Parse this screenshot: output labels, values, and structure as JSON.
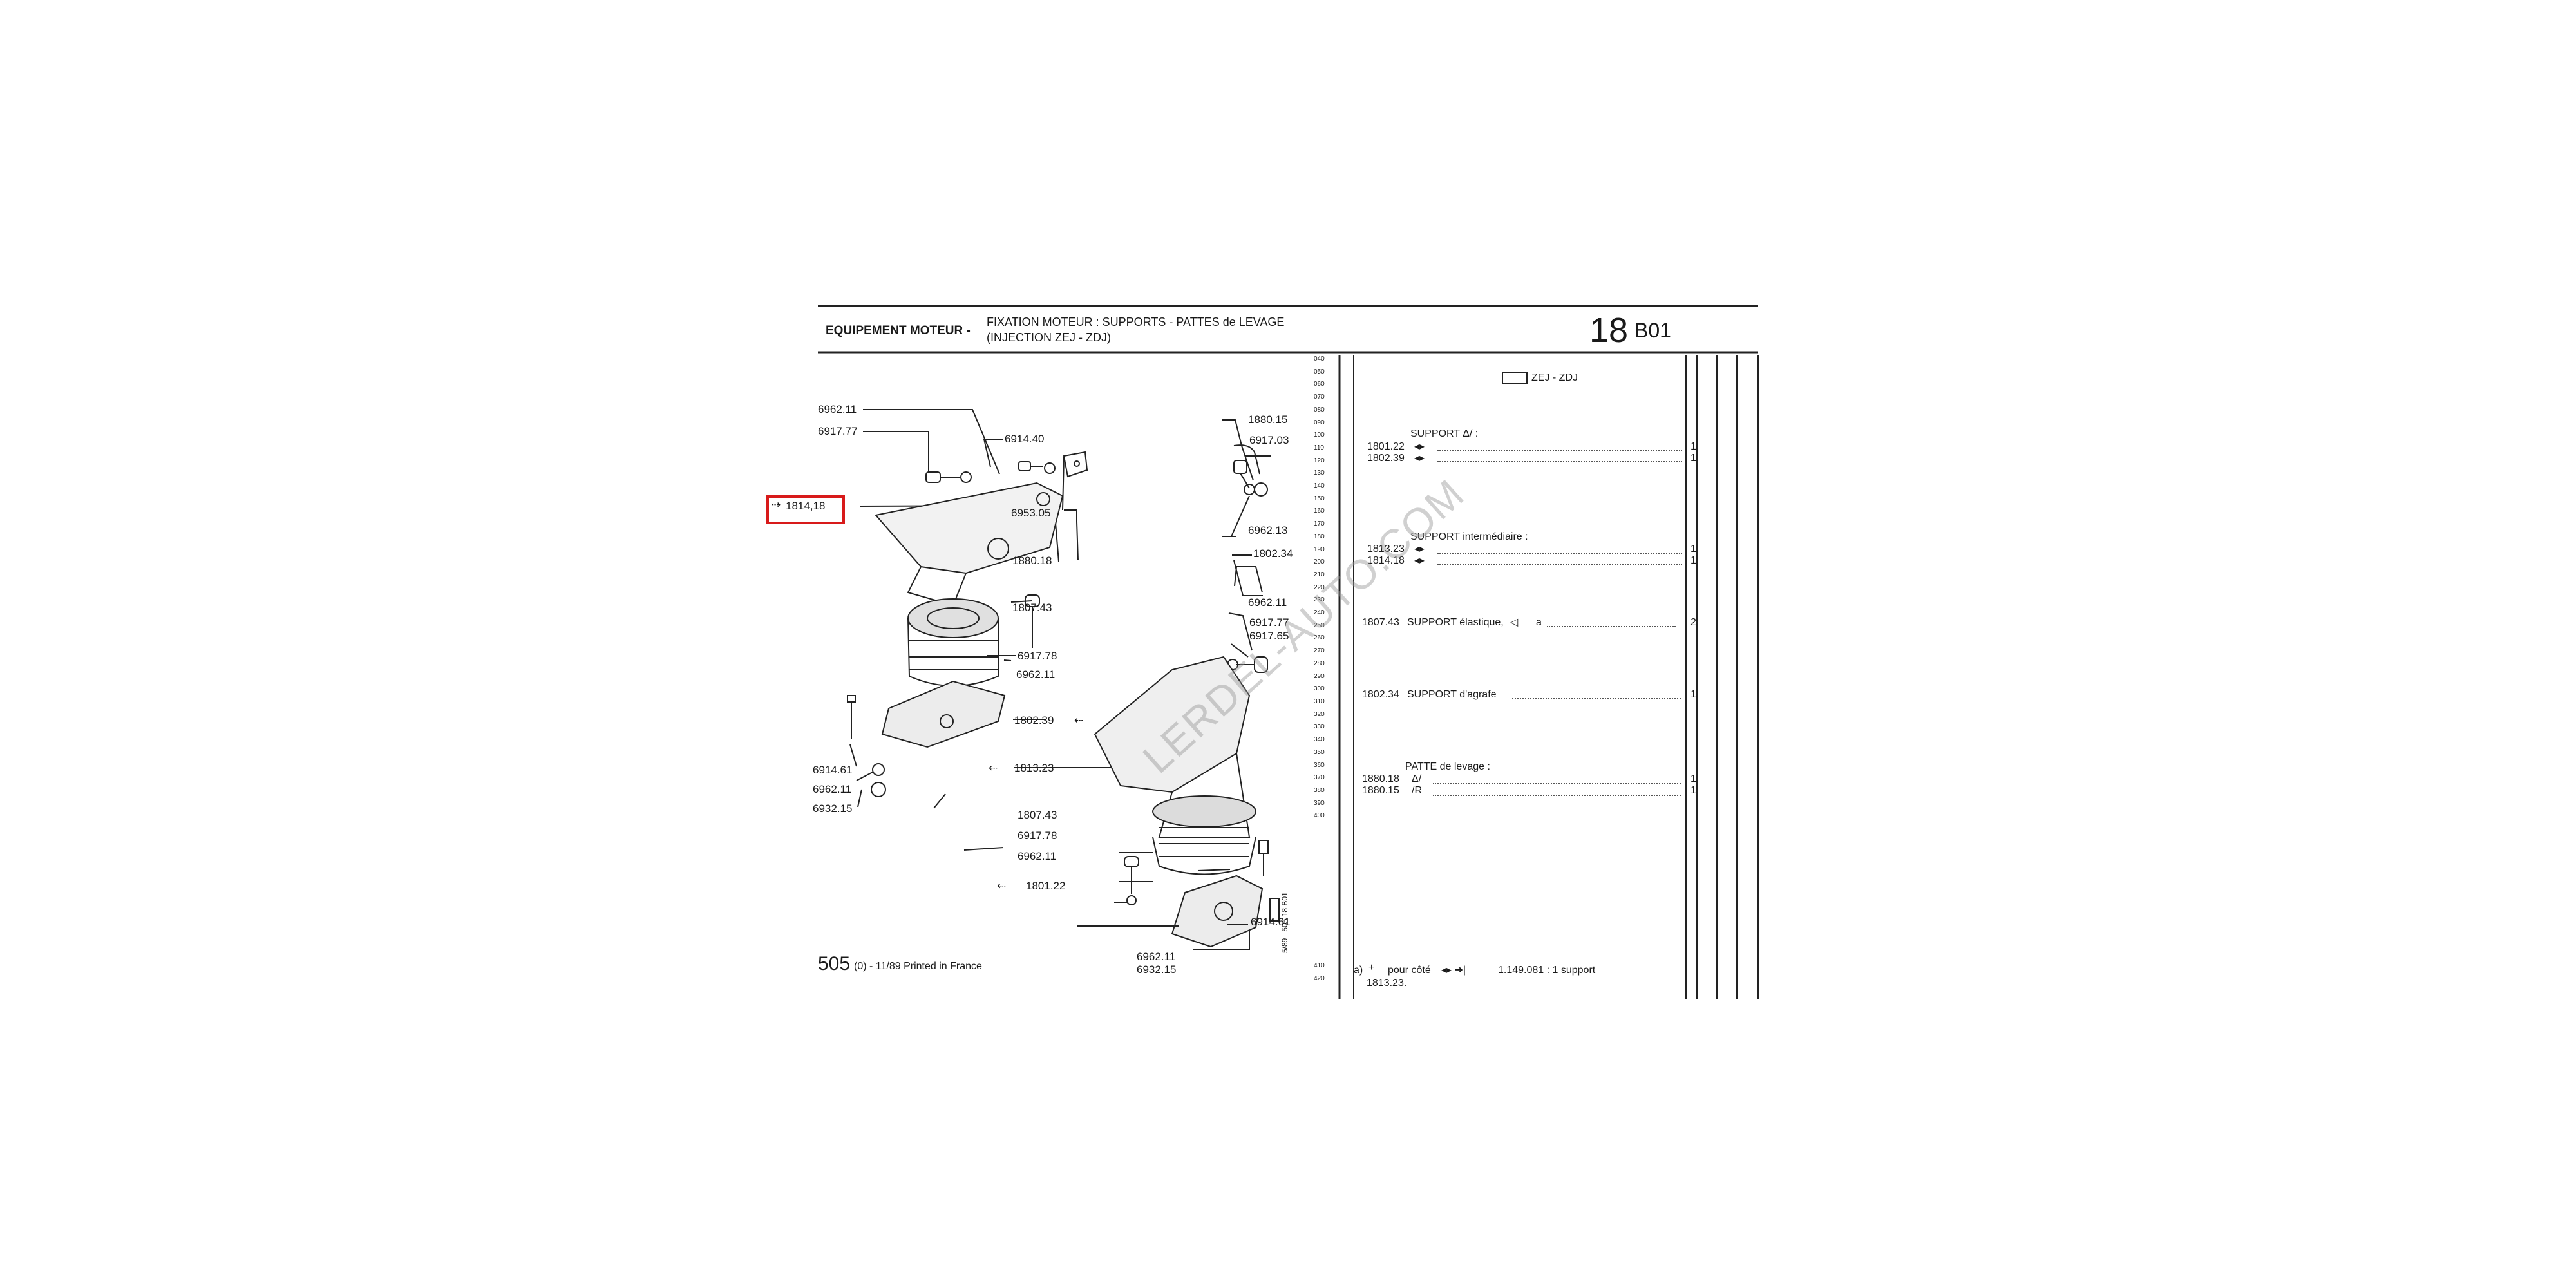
{
  "header": {
    "section": "EQUIPEMENT MOTEUR -",
    "title_line1": "FIXATION MOTEUR : SUPPORTS - PATTES de LEVAGE",
    "title_line2": "(INJECTION ZEJ - ZDJ)",
    "group": "18",
    "subgroup": "B01"
  },
  "highlight_label": "1814,18",
  "left_labels": [
    "6962.11",
    "6917.77",
    "6914.40",
    "6953.05",
    "1880.18",
    "1807.43",
    "6917.78",
    "6962.11",
    "1802.39",
    "1813.23",
    "6914.61",
    "6962.11",
    "6932.15"
  ],
  "right_labels": [
    "1880.15",
    "6917.03",
    "6962.13",
    "1802.34",
    "6962.11",
    "6917.77",
    "6917.65",
    "1807.43",
    "6917.78",
    "6962.11",
    "1801.22",
    "6914.61",
    "6962.11",
    "6932.15"
  ],
  "ticks": [
    "040",
    "050",
    "060",
    "070",
    "080",
    "090",
    "100",
    "110",
    "120",
    "130",
    "140",
    "150",
    "160",
    "170",
    "180",
    "190",
    "200",
    "210",
    "220",
    "230",
    "240",
    "250",
    "260",
    "270",
    "280",
    "290",
    "300",
    "310",
    "320",
    "330",
    "340",
    "350",
    "360",
    "370",
    "380",
    "390",
    "400"
  ],
  "ticks_bottom": [
    "410",
    "420"
  ],
  "vertical_ref": "505 18 B01",
  "vertical_date": "5/89",
  "parts_list": {
    "model": "ZEJ - ZDJ",
    "groups": [
      {
        "title": "SUPPORT  Δ/ :",
        "rows": [
          {
            "ref": "1801.22",
            "qty": "1"
          },
          {
            "ref": "1802.39",
            "qty": "1"
          }
        ]
      },
      {
        "title": "SUPPORT intermédiaire :",
        "rows": [
          {
            "ref": "1813.23",
            "qty": "1"
          },
          {
            "ref": "1814.18",
            "qty": "1"
          }
        ]
      },
      {
        "title": "",
        "rows": [
          {
            "ref": "1807.43",
            "desc": "SUPPORT élastique,",
            "suffix": "a",
            "qty": "2"
          }
        ]
      },
      {
        "title": "",
        "rows": [
          {
            "ref": "1802.34",
            "desc": "SUPPORT d'agrafe",
            "qty": "1"
          }
        ]
      },
      {
        "title": "PATTE de levage :",
        "rows": [
          {
            "ref": "1880.18",
            "mark": "Δ/",
            "qty": "1"
          },
          {
            "ref": "1880.15",
            "mark": "/R",
            "qty": "1"
          }
        ]
      }
    ]
  },
  "footnote": {
    "line1_prefix": "a)",
    "line1_text": "pour côté",
    "line1_end": "1.149.081 : 1 support",
    "line2": "1813.23."
  },
  "footer": {
    "model": "505",
    "suffix": "(0) - 11/89 Printed in France"
  },
  "watermark": "LERDEL-AUTO.COM"
}
